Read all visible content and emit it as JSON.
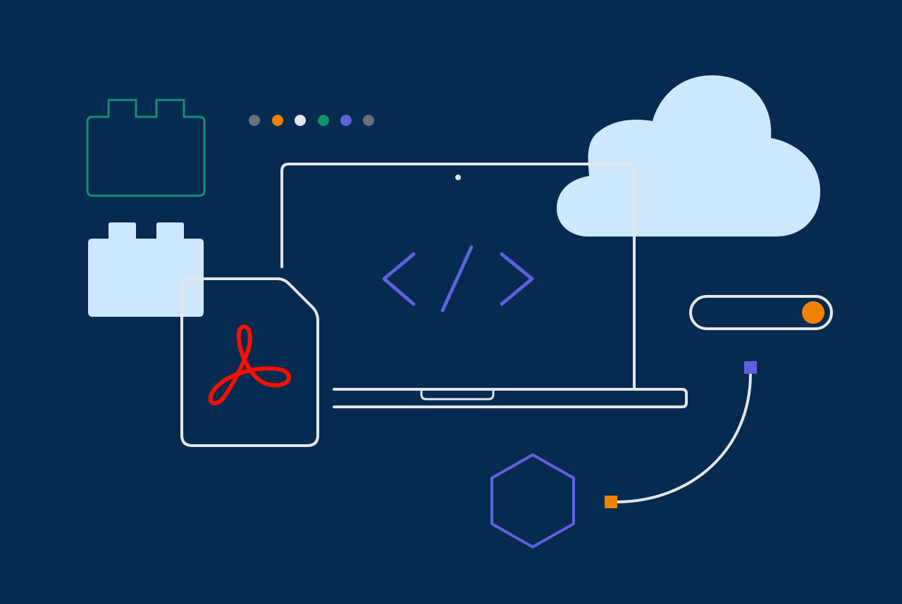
{
  "colors": {
    "background": "#062b50",
    "line": "#e3e6ea",
    "accent_green": "#12926e",
    "accent_orange": "#ef8100",
    "accent_violet": "#5e61df",
    "light_blue": "#cde8fd",
    "gray_dot": "#6b7178",
    "acrobat_red": "#fa0f00"
  },
  "illustration": {
    "elements": [
      {
        "name": "building-block-outline",
        "shape": "block",
        "style": "outline",
        "color": "accent_green"
      },
      {
        "name": "building-block-filled",
        "shape": "block",
        "style": "filled",
        "color": "light_blue"
      },
      {
        "name": "status-dots",
        "shape": "dots",
        "colors": [
          "gray_dot",
          "accent_orange",
          "line",
          "accent_green",
          "accent_violet",
          "gray_dot"
        ]
      },
      {
        "name": "laptop",
        "shape": "laptop",
        "style": "outline",
        "color": "line"
      },
      {
        "name": "code-brackets-icon",
        "shape": "code",
        "text": "</>",
        "color": "accent_violet"
      },
      {
        "name": "cloud",
        "shape": "cloud",
        "style": "filled",
        "color": "light_blue"
      },
      {
        "name": "acrobat-document-icon",
        "shape": "document",
        "color": "line",
        "logo_color": "acrobat_red"
      },
      {
        "name": "toggle-switch",
        "shape": "toggle",
        "state": "on",
        "knob_color": "accent_orange"
      },
      {
        "name": "connector-cable",
        "shape": "cable",
        "start_color": "accent_orange",
        "end_color": "accent_violet"
      },
      {
        "name": "hexagon",
        "shape": "hexagon",
        "style": "outline",
        "color": "accent_violet"
      }
    ]
  }
}
